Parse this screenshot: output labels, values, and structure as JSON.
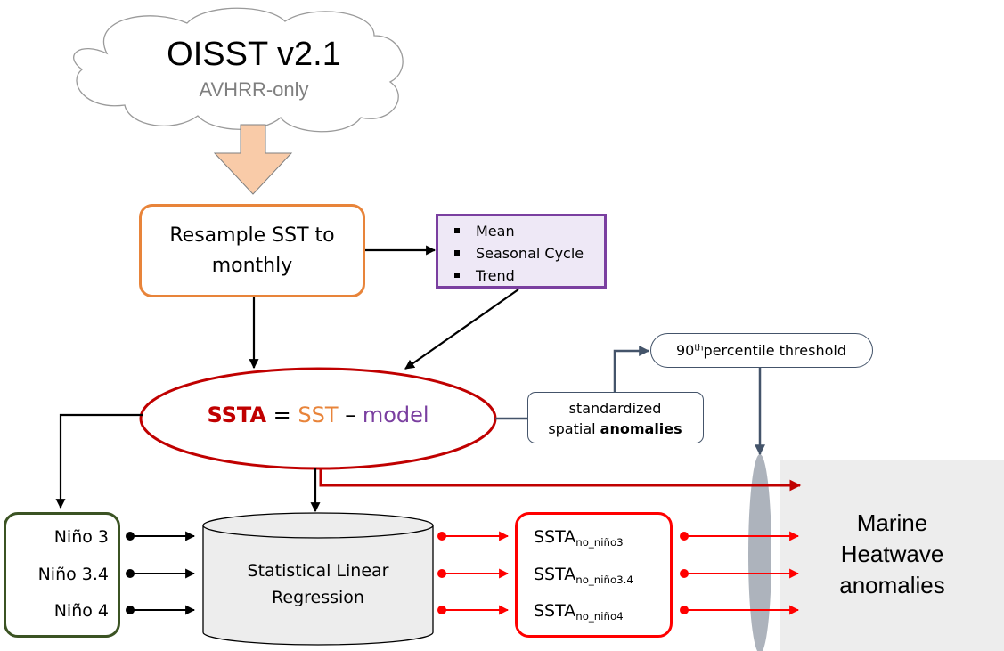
{
  "source": {
    "title": "OISST v2.1",
    "subtitle": "AVHRR-only"
  },
  "resample": {
    "line1": "Resample SST to",
    "line2": "monthly"
  },
  "model_components": [
    "Mean",
    "Seasonal Cycle",
    "Trend"
  ],
  "ssta": {
    "lhs": "SSTA",
    "equals": "=",
    "sst": "SST",
    "minus": "–",
    "model": "model"
  },
  "standardized": {
    "line1": "standardized",
    "line2_plain": "spatial",
    "line2_bold": "anomalies"
  },
  "threshold": {
    "number": "90",
    "suffix": "th",
    "rest": "percentile threshold"
  },
  "nino_indices": [
    "Niño 3",
    "Niño 3.4",
    "Niño 4"
  ],
  "regression": {
    "line1": "Statistical Linear",
    "line2": "Regression"
  },
  "residuals": [
    {
      "base": "SSTA",
      "sub": "no_niño3"
    },
    {
      "base": "SSTA",
      "sub": "no_niño3.4"
    },
    {
      "base": "SSTA",
      "sub": "no_niño4"
    }
  ],
  "output": {
    "line1": "Marine",
    "line2": "Heatwave",
    "line3": "anomalies"
  },
  "colors": {
    "orange": "#E8843A",
    "purple": "#7A3FA0",
    "red": "#C00000",
    "bright_red": "#FF0000",
    "green": "#3B5323",
    "slate": "#44546A",
    "peach": "#F9CBA8",
    "lavender": "#EEE8F6",
    "grey_panel": "#EDEDED"
  }
}
